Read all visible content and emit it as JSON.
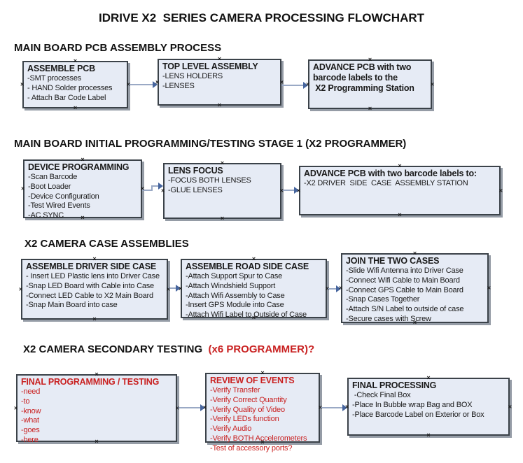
{
  "title": "IDRIVE X2  SERIES CAMERA PROCESSING FLOWCHART",
  "colors": {
    "box_fill": "#e6ebf5",
    "box_border": "#3b4249",
    "box_shadow": "#959ca6",
    "arrow_line": "#9aa9c5",
    "arrow_head": "#46659e",
    "red_text": "#c92121",
    "black_text": "#1a1a1a"
  },
  "icons": {
    "connection_marker": "×"
  },
  "sections": [
    {
      "heading": "MAIN BOARD PCB ASSEMBLY PROCESS",
      "boxes": [
        {
          "title": "ASSEMBLE PCB",
          "items": [
            "-SMT processes",
            "- HAND Solder processes",
            "- Attach Bar Code Label"
          ]
        },
        {
          "title": "TOP LEVEL ASSEMBLY",
          "items": [
            "-LENS HOLDERS",
            "-LENSES"
          ]
        },
        {
          "title": "ADVANCE PCB with two\nbarcode labels to the\n X2 Programming Station",
          "items": []
        }
      ]
    },
    {
      "heading": "MAIN BOARD INITIAL PROGRAMMING/TESTING STAGE 1 (X2 PROGRAMMER)",
      "boxes": [
        {
          "title": "DEVICE PROGRAMMING",
          "items": [
            "-Scan Barcode",
            "-Boot Loader",
            "-Device Configuration",
            "-Test Wired Events",
            "-AC SYNC"
          ]
        },
        {
          "title": "LENS FOCUS",
          "items": [
            "-FOCUS BOTH LENSES",
            "-GLUE LENSES"
          ]
        },
        {
          "title": "ADVANCE PCB with two barcode labels to:",
          "items": [
            "-X2 DRIVER  SIDE  CASE  ASSEMBLY STATION"
          ]
        }
      ]
    },
    {
      "heading": "X2 CAMERA CASE ASSEMBLIES",
      "boxes": [
        {
          "title": "ASSEMBLE DRIVER SIDE CASE",
          "items": [
            "- Insert LED Plastic lens into Driver Case",
            "-Snap LED Board with Cable into Case",
            "-Connect LED Cable to X2 Main Board",
            "-Snap Main Board into case"
          ]
        },
        {
          "title": "ASSEMBLE ROAD SIDE CASE",
          "items": [
            "-Attach Support Spur to Case",
            "-Attach Windshield Support",
            "-Attach Wifi Assembly to Case",
            "-Insert GPS Module into Case",
            "-Attach Wifi Label to Outside of Case"
          ]
        },
        {
          "title": "JOIN THE TWO CASES",
          "items": [
            "-Slide Wifi Antenna into Driver Case",
            "-Connect Wifi Cable to Main Board",
            "-Connect GPS Cable to Main Board",
            "-Snap Cases Together",
            "-Attach S/N Label to outside of case",
            "-Secure cases with Screw"
          ]
        }
      ]
    },
    {
      "heading": "X2 CAMERA SECONDARY TESTING  ",
      "heading_red": "(x6 PROGRAMMER)?",
      "boxes": [
        {
          "title": "FINAL PROGRAMMING / TESTING",
          "items": [
            "-need",
            "-to",
            "-know",
            "-what",
            "-goes",
            "-here"
          ]
        },
        {
          "title": "REVIEW OF EVENTS",
          "items": [
            "-Verify Transfer",
            "-Verify Correct Quantity",
            "-Verify Quality of Video",
            "-Verify LEDs function",
            "-Verify Audio",
            "-Verify BOTH Accelerometers",
            "-Test of accessory ports?"
          ]
        },
        {
          "title": "FINAL PROCESSING",
          "items": [
            " -Check Final Box",
            "-Place In Bubble wrap Bag and BOX",
            "-Place Barcode Label on Exterior or Box"
          ]
        }
      ]
    }
  ]
}
